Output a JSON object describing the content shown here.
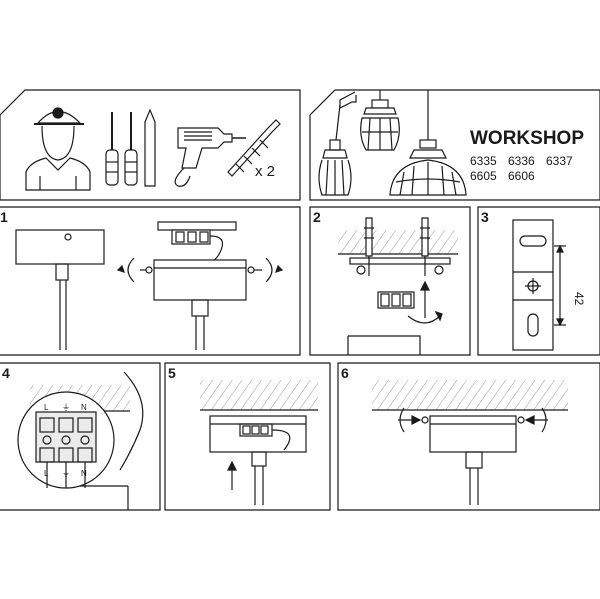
{
  "title": "WORKSHOP",
  "models": [
    "6335",
    "6336",
    "6337",
    "6605",
    "6606"
  ],
  "tools": {
    "quantity_label": "x 2"
  },
  "steps": [
    {
      "number": "1"
    },
    {
      "number": "2"
    },
    {
      "number": "3",
      "dimension_label": "42"
    },
    {
      "number": "4",
      "terminal_labels": [
        "L",
        "⏚",
        "N",
        "L",
        "⏚",
        "N"
      ]
    },
    {
      "number": "5"
    },
    {
      "number": "6"
    }
  ],
  "colors": {
    "line": "#1a1a1a",
    "hatch": "#9a9a9a",
    "fill_light": "#ebebeb"
  }
}
